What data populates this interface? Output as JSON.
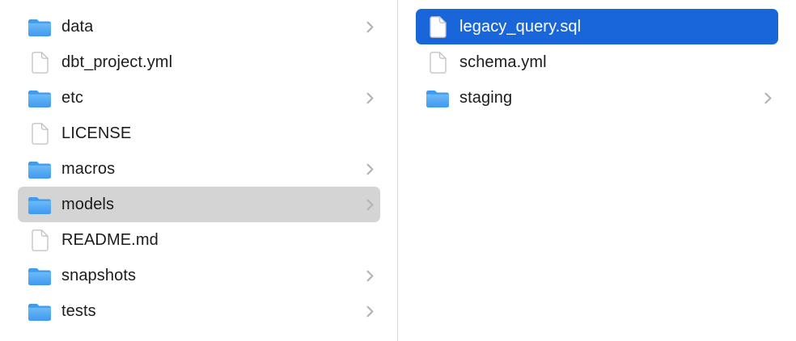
{
  "colors": {
    "selection_blue": "#1966db",
    "selection_gray": "#d4d4d4",
    "folder_blue": "#4aa3f0",
    "background": "#ffffff"
  },
  "columns": {
    "left": {
      "items": [
        {
          "label": "data",
          "type": "folder",
          "chevron": true,
          "highlight": null
        },
        {
          "label": "dbt_project.yml",
          "type": "file",
          "chevron": false,
          "highlight": null
        },
        {
          "label": "etc",
          "type": "folder",
          "chevron": true,
          "highlight": null
        },
        {
          "label": "LICENSE",
          "type": "file",
          "chevron": false,
          "highlight": null
        },
        {
          "label": "macros",
          "type": "folder",
          "chevron": true,
          "highlight": null
        },
        {
          "label": "models",
          "type": "folder",
          "chevron": true,
          "highlight": "gray"
        },
        {
          "label": "README.md",
          "type": "file",
          "chevron": false,
          "highlight": null
        },
        {
          "label": "snapshots",
          "type": "folder",
          "chevron": true,
          "highlight": null
        },
        {
          "label": "tests",
          "type": "folder",
          "chevron": true,
          "highlight": null
        }
      ]
    },
    "right": {
      "items": [
        {
          "label": "legacy_query.sql",
          "type": "file",
          "chevron": false,
          "highlight": "blue"
        },
        {
          "label": "schema.yml",
          "type": "file",
          "chevron": false,
          "highlight": null
        },
        {
          "label": "staging",
          "type": "folder",
          "chevron": true,
          "highlight": null
        }
      ]
    }
  }
}
